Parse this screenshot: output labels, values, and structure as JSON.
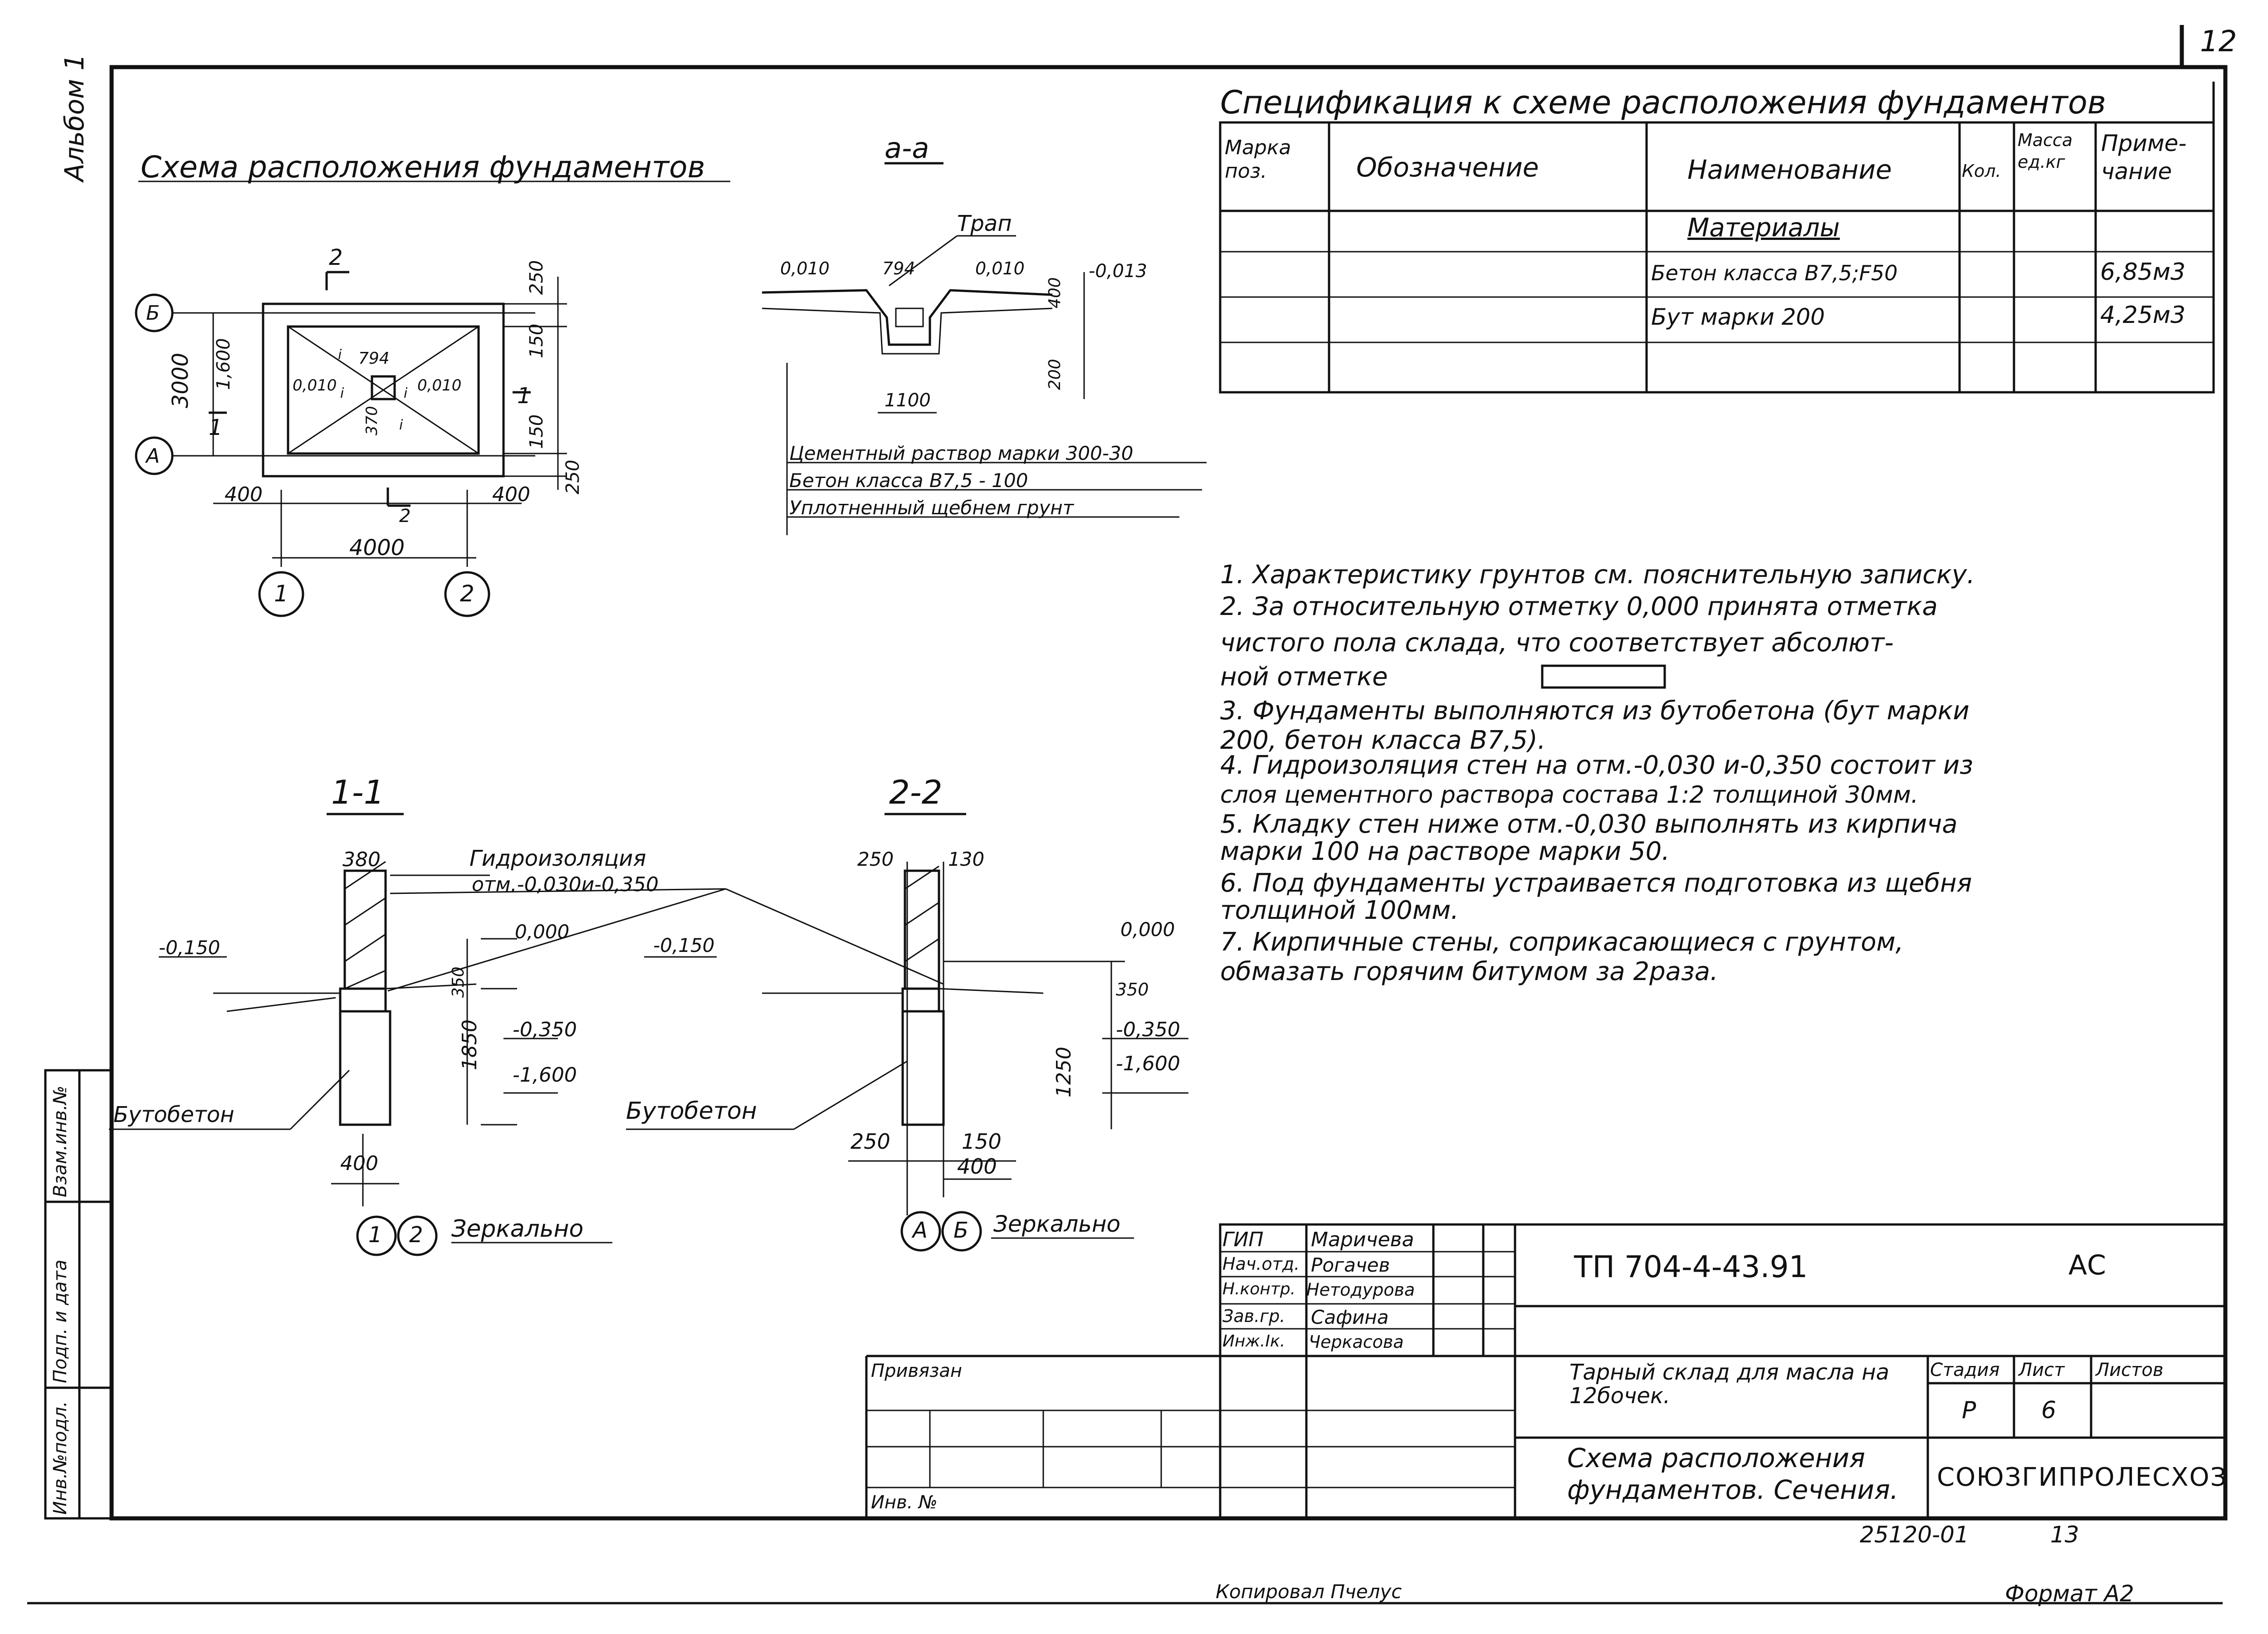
{
  "sheet": {
    "number": "12",
    "album": "Альбом 1",
    "copied": "Копировал Пчелус",
    "format": "Формат А2"
  },
  "plan": {
    "title": "Схема расположения фундаментов",
    "axis_letters": [
      "Б",
      "А"
    ],
    "axis_numbers": [
      "1",
      "2"
    ],
    "dims": [
      "3000",
      "4000",
      "400",
      "400",
      "250",
      "150",
      "150",
      "250",
      "1,600",
      "794",
      "370",
      "0,010",
      "0,010"
    ],
    "section_marks": [
      "2",
      "2",
      "1",
      "1"
    ],
    "slopes": [
      "i",
      "i",
      "i",
      "i"
    ]
  },
  "section_aa": {
    "title": "а-а",
    "label_drain": "Трап",
    "dims": [
      "0,010",
      "794",
      "0,010",
      "-0,013",
      "400",
      "200",
      "1100"
    ],
    "layers": [
      "Цементный раствор марки 300-30",
      "Бетон класса В7,5     - 100",
      "Уплотненный щебнем грунт"
    ]
  },
  "section_11": {
    "title": "1-1",
    "dims": [
      "380",
      "-0,150",
      "0,000",
      "350",
      "1850",
      "-0,350",
      "-1,600",
      "400"
    ],
    "label_waterproof": "Гидроизоляция",
    "label_waterproof_lvl": "отм.-0,030и-0,350",
    "label_material": "Бутобетон",
    "axes": [
      "1",
      "2"
    ],
    "mirror": "Зеркально"
  },
  "section_22": {
    "title": "2-2",
    "dims": [
      "250",
      "130",
      "-0,150",
      "0,000",
      "350",
      "1250",
      "-0,350",
      "-1,600",
      "250",
      "150",
      "400"
    ],
    "label_material": "Бутобетон",
    "axes": [
      "А",
      "Б"
    ],
    "mirror": "Зеркально"
  },
  "spec": {
    "title": "Спецификация к схеме расположения фундаментов",
    "headers": [
      "Марка поз.",
      "Обозначение",
      "Наименование",
      "Кол.",
      "Масса ед.кг",
      "Приме- чание"
    ],
    "group": "Материалы",
    "rows": [
      {
        "name": "Бетон класса В7,5;F50",
        "note": "6,85м3"
      },
      {
        "name": "Бут марки 200",
        "note": "4,25м3"
      }
    ]
  },
  "notes": [
    "1.  Характеристику грунтов см. пояснительную записку.",
    "2.  За относительную отметку 0,000 принята отметка",
    "     чистого пола склада, что соответствует абсолют-",
    "     ной отметке",
    "3.  Фундаменты выполняются из бутобетона (бут марки",
    "     200, бетон класса В7,5).",
    "4.  Гидроизоляция стен на отм.-0,030 и-0,350 состоит из",
    "     слоя цементного раствора состава 1:2 толщиной 30мм.",
    "5.  Кладку стен ниже отм.-0,030 выполнять из кирпича",
    "     марки 100 на растворе марки 50.",
    "6.  Под фундаменты устраивается подготовка из щебня",
    "     толщиной  100мм.",
    "7.  Кирпичные стены, соприкасающиеся с грунтом,",
    "     обмазать горячим битумом за 2раза."
  ],
  "stamp": {
    "code": "ТП 704-4-43.91",
    "mark": "АС",
    "roles": [
      {
        "role": "ГИП",
        "name": "Маричева"
      },
      {
        "role": "Нач.отд.",
        "name": "Рогачев"
      },
      {
        "role": "Н.контр.",
        "name": "Нетодурова"
      },
      {
        "role": "Зав.гр.",
        "name": "Сафина"
      },
      {
        "role": "Инж.Iк.",
        "name": "Черкасова"
      }
    ],
    "project": "Тарный склад для масла на 12бочек.",
    "sheet_title": "Схема расположения фундаментов. Сечения.",
    "stage_label": "Стадия",
    "stage": "Р",
    "sheet_label": "Лист",
    "sheet": "6",
    "sheets_label": "Листов",
    "sheets": "",
    "org": "СОЮЗГИПРОЛЕСХОЗ",
    "tied": "Привязан",
    "inv": "Инв. №",
    "order": "25120-01",
    "order_sheet": "13"
  },
  "side_stamp": [
    "Взам.инв.№",
    "Подп. и дата",
    "Инв.№подл."
  ]
}
